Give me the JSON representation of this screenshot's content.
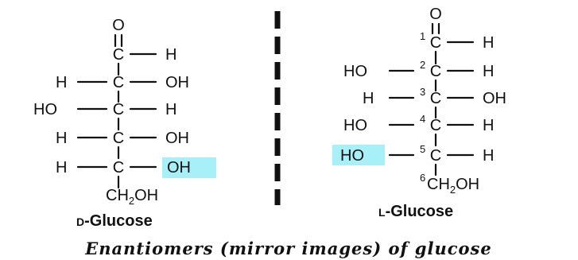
{
  "atoms": {
    "oxygen": "O",
    "carbon": "C",
    "hydrogen": "H",
    "hydroxyl": "OH",
    "hydroxyl_left": "HO",
    "ch2oh_ch": "CH",
    "ch2oh_sub": "2",
    "ch2oh_oh": "OH"
  },
  "carbon_numbers": [
    "1",
    "2",
    "3",
    "4",
    "5",
    "6"
  ],
  "labels": {
    "d_prefix": "D",
    "d_name": "-Glucose",
    "l_prefix": "L",
    "l_name": "-Glucose"
  },
  "caption": "Enantiomers (mirror images) of glucose",
  "colors": {
    "highlight": "#a8f0f8",
    "ink": "#111111",
    "background": "#ffffff"
  }
}
